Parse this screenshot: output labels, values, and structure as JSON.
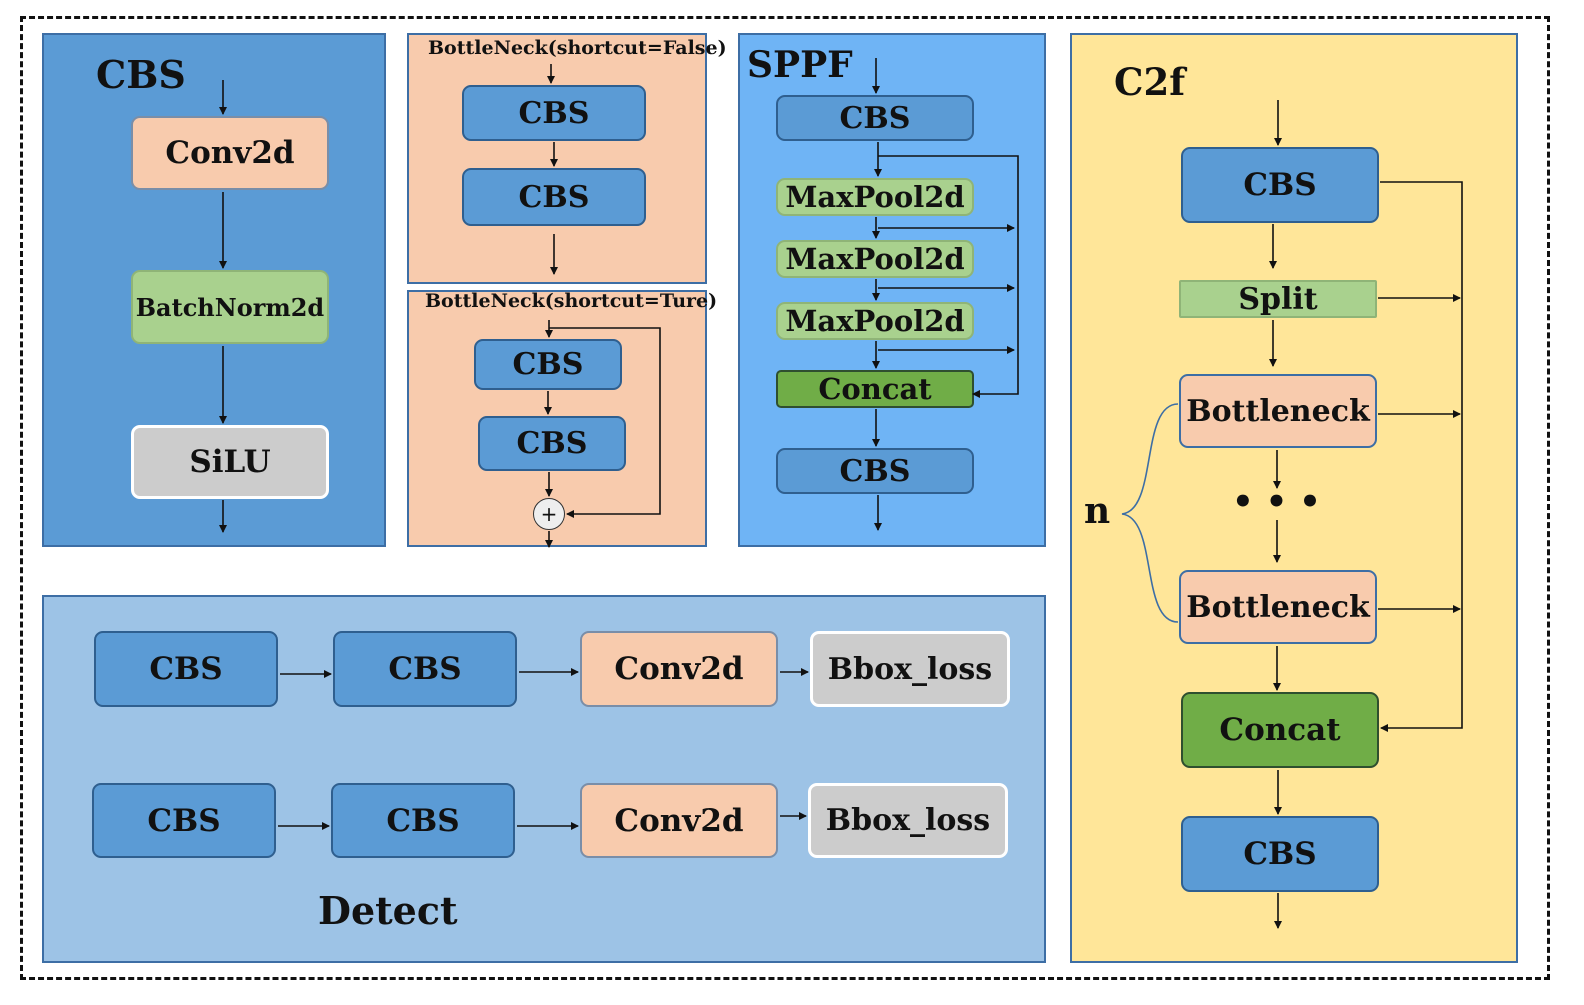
{
  "cbs_panel": {
    "title": "CBS",
    "conv": "Conv2d",
    "bn": "BatchNorm2d",
    "act": "SiLU"
  },
  "bottleneck_false": {
    "title": "BottleNeck(shortcut=False)",
    "block1": "CBS",
    "block2": "CBS"
  },
  "bottleneck_true": {
    "title": "BottleNeck(shortcut=Ture)",
    "block1": "CBS",
    "block2": "CBS",
    "add": "+"
  },
  "sppf": {
    "title": "SPPF",
    "cbs_in": "CBS",
    "pool1": "MaxPool2d",
    "pool2": "MaxPool2d",
    "pool3": "MaxPool2d",
    "concat": "Concat",
    "cbs_out": "CBS"
  },
  "c2f": {
    "title": "C2f",
    "cbs_in": "CBS",
    "split": "Split",
    "bottleneck1": "Bottleneck",
    "dots": "• • •",
    "bottleneck2": "Bottleneck",
    "n_label": "n",
    "concat": "Concat",
    "cbs_out": "CBS"
  },
  "detect": {
    "title": "Detect",
    "row1": [
      "CBS",
      "CBS",
      "Conv2d",
      "Bbox_loss"
    ],
    "row2": [
      "CBS",
      "CBS",
      "Conv2d",
      "Bbox_loss"
    ]
  },
  "colors": {
    "cbs_panel": "#5b9bd5",
    "bottleneck_panel": "#f8cbad",
    "sppf_panel": "#6fb4f5",
    "c2f_panel": "#ffe699",
    "detect_panel": "#9dc3e6",
    "cbs_block": "#5b9bd5",
    "conv_block": "#f8cbad",
    "bn_block": "#a9d18e",
    "silu_block": "#cccccc",
    "concat_block": "#70ad47"
  }
}
